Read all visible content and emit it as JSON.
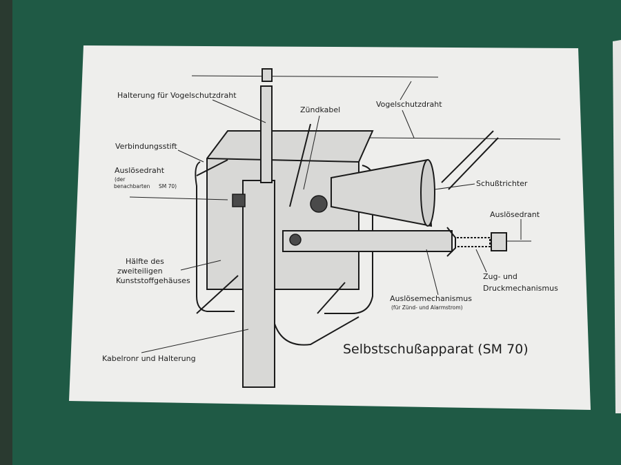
{
  "colors": {
    "background": "#1f5a45",
    "paper": "#eeeeec",
    "ink": "#1e1e1e"
  },
  "diagram": {
    "title": "Selbstschußapparat (SM 70)",
    "labels": {
      "halterung": "Halterung für Vogelschutzdraht",
      "zuendkabel": "Zündkabel",
      "vogelschutzdraht": "Vogelschutzdraht",
      "verbindungsstift": "Verbindungsstift",
      "ausloesedraht_left": "Auslösedraht",
      "ausloesedraht_note1": "(der",
      "ausloesedraht_note2": "benachbarten",
      "ausloesedraht_note3": "SM 70)",
      "schusstrichter": "Schußtrichter",
      "ausloesedraht_right": "Auslösedrant",
      "haelfte1": "Hälfte des",
      "haelfte2": "zweiteiligen",
      "haelfte3": "Kunststoffgehäuses",
      "zug1": "Zug-   und",
      "zug2": "Druckmechanismus",
      "mech": "Auslösemechanismus",
      "mech_note": "(für Zünd- und Alarmstrom)",
      "kabelrohr": "Kabelronr und Halterung"
    }
  }
}
